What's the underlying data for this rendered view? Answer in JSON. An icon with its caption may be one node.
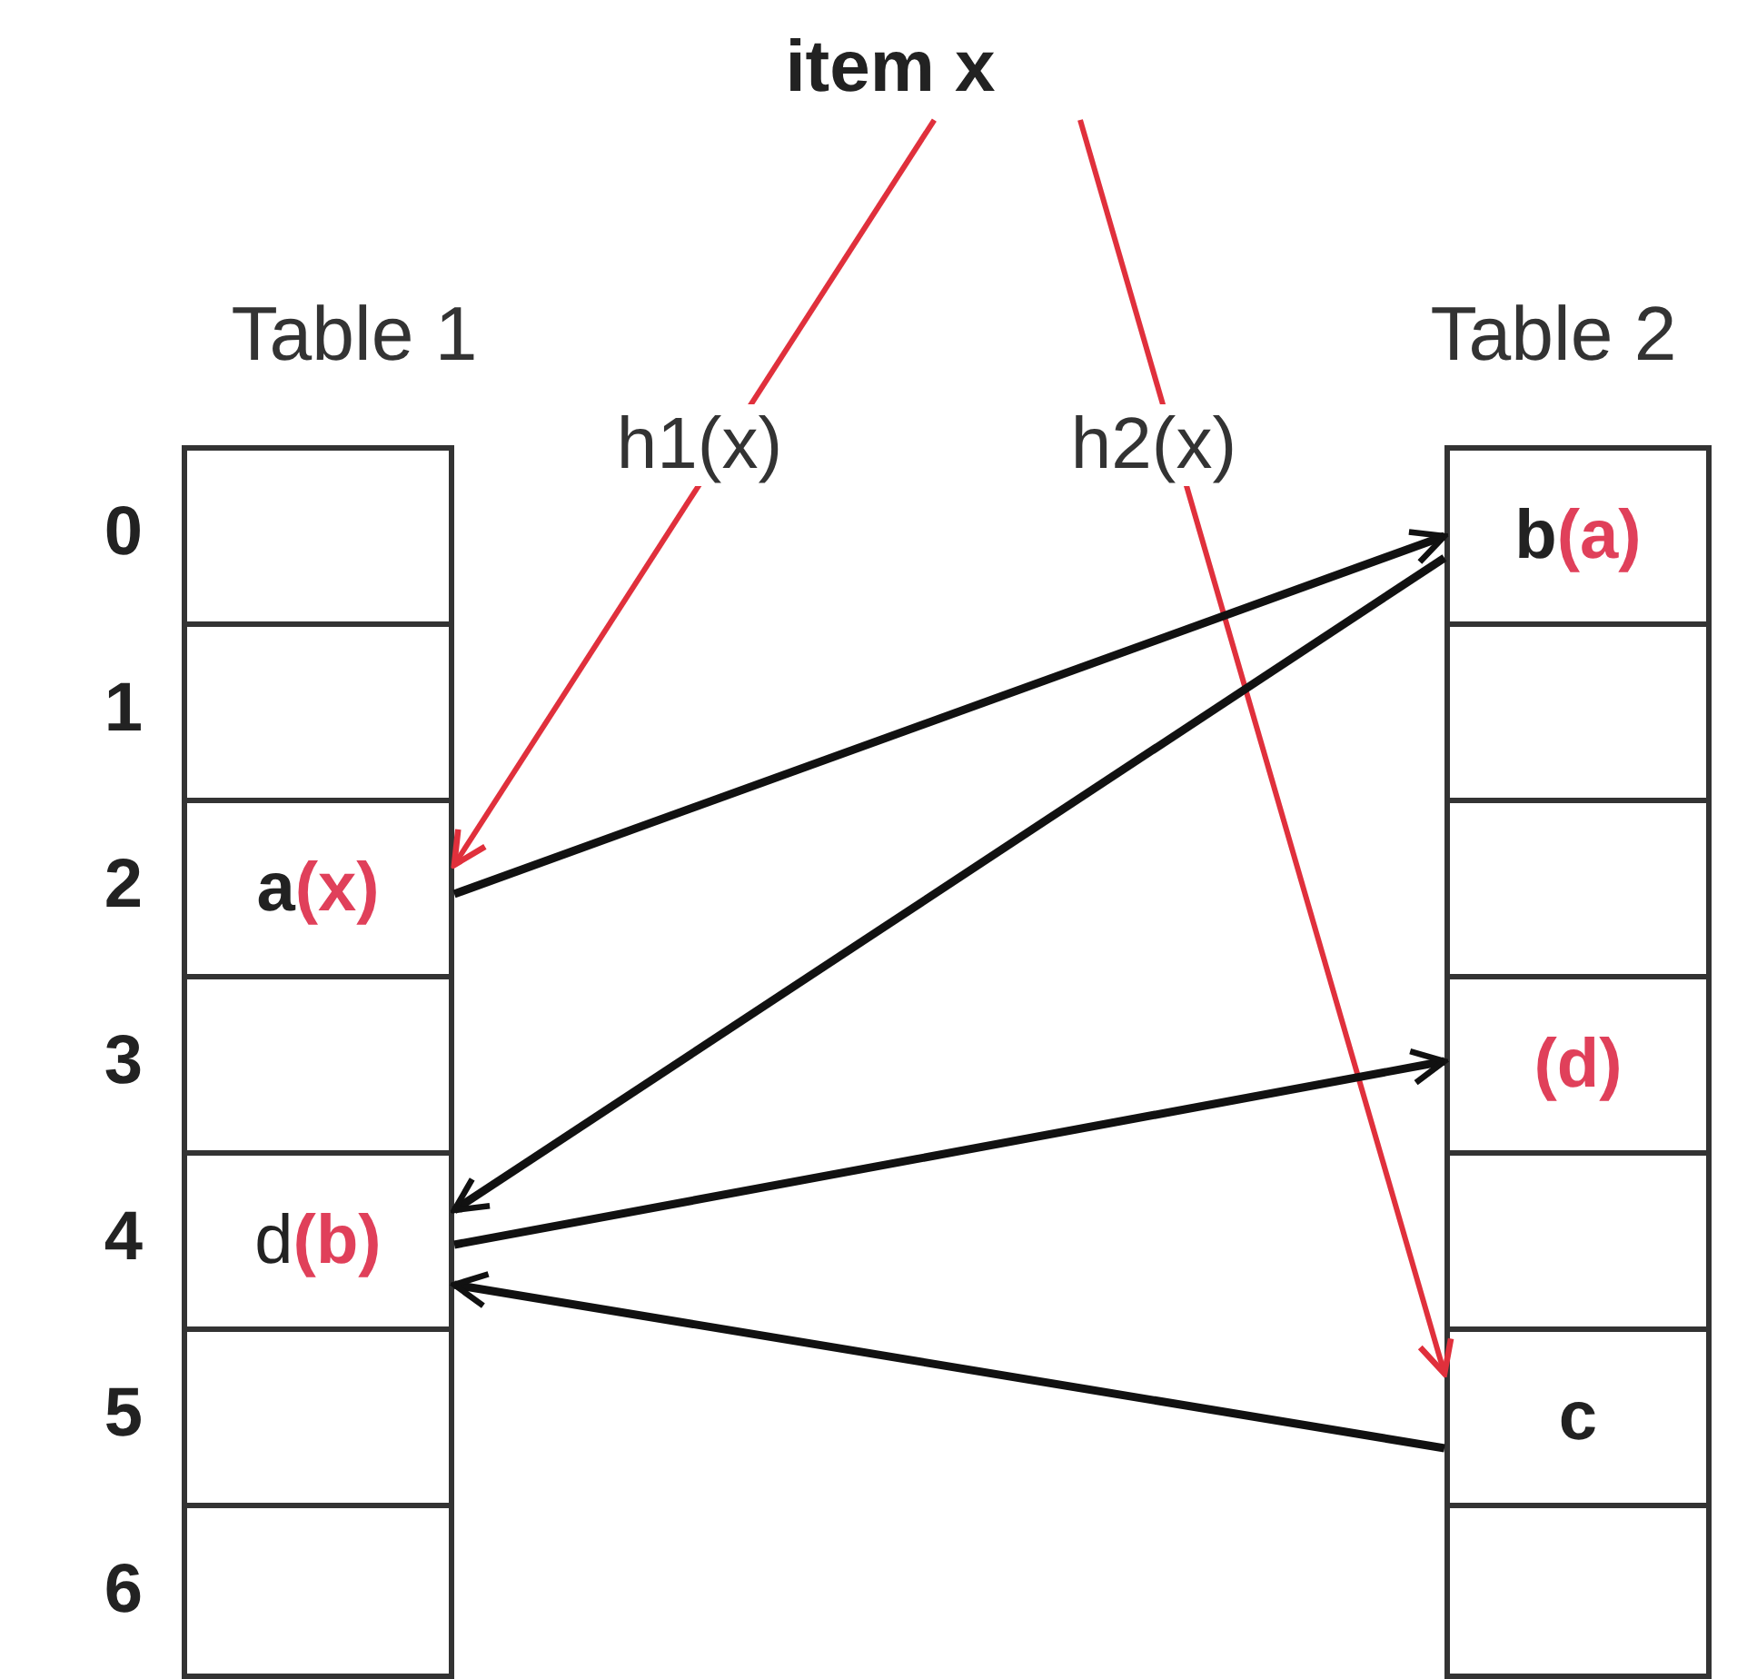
{
  "diagram": {
    "nodes": [
      {
        "text": [
          "item x"
        ]
      },
      {
        "text": [
          "Table 1"
        ]
      },
      {
        "text": [],
        "shape": "box",
        "in": 1
      },
      {
        "text": [],
        "shape": "box",
        "in": 1
      },
      {
        "text": [
          "a",
          "(x)"
        ],
        "in": 1
      },
      {
        "text": [],
        "shape": "box",
        "in": 1
      },
      {
        "text": [
          "d",
          "(b)"
        ],
        "in": 1
      },
      {
        "text": [],
        "shape": "box",
        "in": 1
      },
      {
        "text": [],
        "shape": "box",
        "in": 1
      },
      {
        "text": [
          "Table 2"
        ]
      },
      {
        "text": [
          "b",
          "(a)"
        ],
        "in": 9
      },
      {
        "text": [],
        "shape": "box",
        "in": 9
      },
      {
        "text": [],
        "shape": "box",
        "in": 9
      },
      {
        "text": [
          "(d)"
        ],
        "in": 9
      },
      {
        "text": [],
        "shape": "box",
        "in": 9
      },
      {
        "text": [
          "c"
        ],
        "in": 9
      },
      {
        "text": [],
        "shape": "box",
        "in": 9
      }
    ],
    "edges": [
      {
        "from": 0,
        "to": 4,
        "arrow": "to",
        "label": "h1(x)",
        "color": "#e0303c"
      },
      {
        "from": 0,
        "to": 15,
        "arrow": "to",
        "label": "h2(x)",
        "color": "#e0303c"
      },
      {
        "from": 4,
        "to": 10,
        "arrow": "to"
      },
      {
        "from": 10,
        "to": 6,
        "arrow": "to"
      },
      {
        "from": 6,
        "to": 13,
        "arrow": "to"
      },
      {
        "from": 15,
        "to": 6,
        "arrow": "to"
      }
    ],
    "labels": [
      "0",
      "1",
      "2",
      "3",
      "4",
      "5",
      "6"
    ]
  }
}
